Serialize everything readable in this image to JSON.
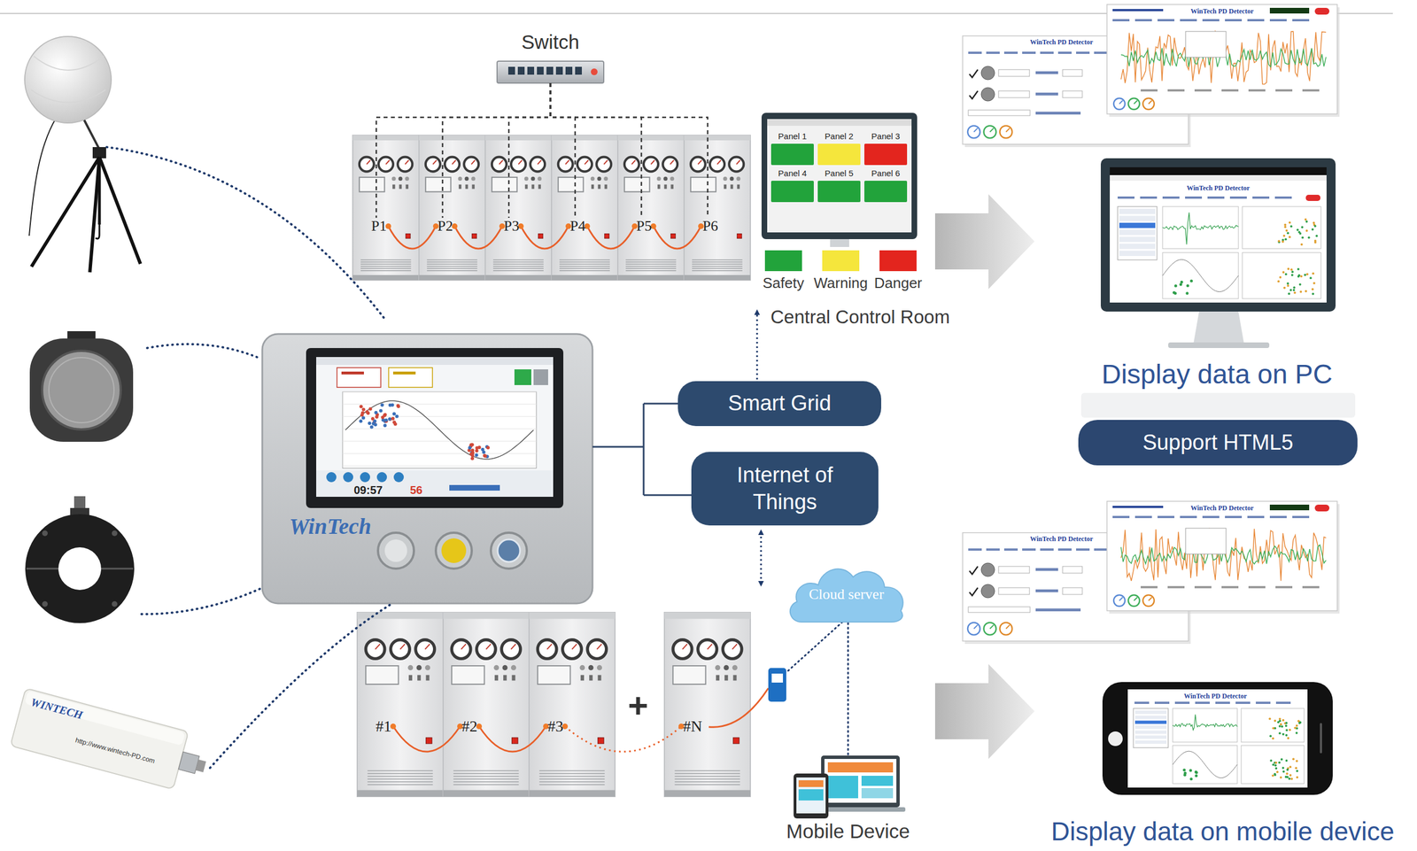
{
  "diagram": {
    "nodes": [
      {
        "text": [
          "Switch"
        ]
      },
      {
        "text": [
          "P1"
        ]
      },
      {
        "text": [
          "P2"
        ]
      },
      {
        "text": [
          "P3"
        ]
      },
      {
        "text": [
          "P4"
        ]
      },
      {
        "text": [
          "P5"
        ]
      },
      {
        "text": [
          "P6"
        ]
      },
      {
        "text": [
          "Panel 1"
        ]
      },
      {
        "text": [
          "Panel 2"
        ]
      },
      {
        "text": [
          "Panel 3"
        ]
      },
      {
        "text": [
          "Panel 4"
        ]
      },
      {
        "text": [
          "Panel 5"
        ]
      },
      {
        "text": [
          "Panel 6"
        ]
      },
      {
        "text": [
          "Smart Grid"
        ]
      },
      {
        "text": [
          "Internet of Things"
        ]
      },
      {
        "text": [
          "Support HTML5"
        ]
      },
      {
        "text": [
          "Cloud server"
        ]
      },
      {
        "text": [
          "#1"
        ]
      },
      {
        "text": [
          "#2"
        ]
      },
      {
        "text": [
          "#3"
        ]
      },
      {
        "text": [
          "#N"
        ]
      },
      {
        "text": [
          "Mobile Device"
        ]
      }
    ],
    "edges": [
      {
        "from": 0,
        "to": 1,
        "arrow": "none"
      },
      {
        "from": 0,
        "to": 2,
        "arrow": "none"
      },
      {
        "from": 0,
        "to": 3,
        "arrow": "none"
      },
      {
        "from": 0,
        "to": 4,
        "arrow": "none"
      },
      {
        "from": 0,
        "to": 5,
        "arrow": "none"
      },
      {
        "from": 0,
        "to": 6,
        "arrow": "none"
      },
      {
        "from": 1,
        "to": 2,
        "arrow": "none"
      },
      {
        "from": 2,
        "to": 3,
        "arrow": "none"
      },
      {
        "from": 3,
        "to": 4,
        "arrow": "none"
      },
      {
        "from": 4,
        "to": 5,
        "arrow": "none"
      },
      {
        "from": 5,
        "to": 6,
        "arrow": "none"
      },
      {
        "from": 17,
        "to": 18,
        "arrow": "none"
      },
      {
        "from": 18,
        "to": 19,
        "arrow": "none"
      },
      {
        "from": 19,
        "to": 20,
        "arrow": "none"
      },
      {
        "from": 16,
        "to": 21,
        "arrow": "none"
      }
    ],
    "labels": [
      "Central Control Room",
      "Display data on PC",
      "Display data on mobile device",
      "+",
      "WinTech",
      "WINTECH",
      "http://www.wintech-PD.com",
      "09:57",
      "56",
      "WinTech PD Detector",
      "WinTech PD Detector",
      "WinTech PD Detector",
      "WinTech PD Detector",
      "WinTech PD Detector",
      "WinTech PD Detector"
    ],
    "legend": [
      {
        "text": "Safety",
        "color": "#22a33b"
      },
      {
        "text": "Warning",
        "color": "#f5e63c"
      },
      {
        "text": "Danger",
        "color": "#e3251e"
      }
    ]
  }
}
